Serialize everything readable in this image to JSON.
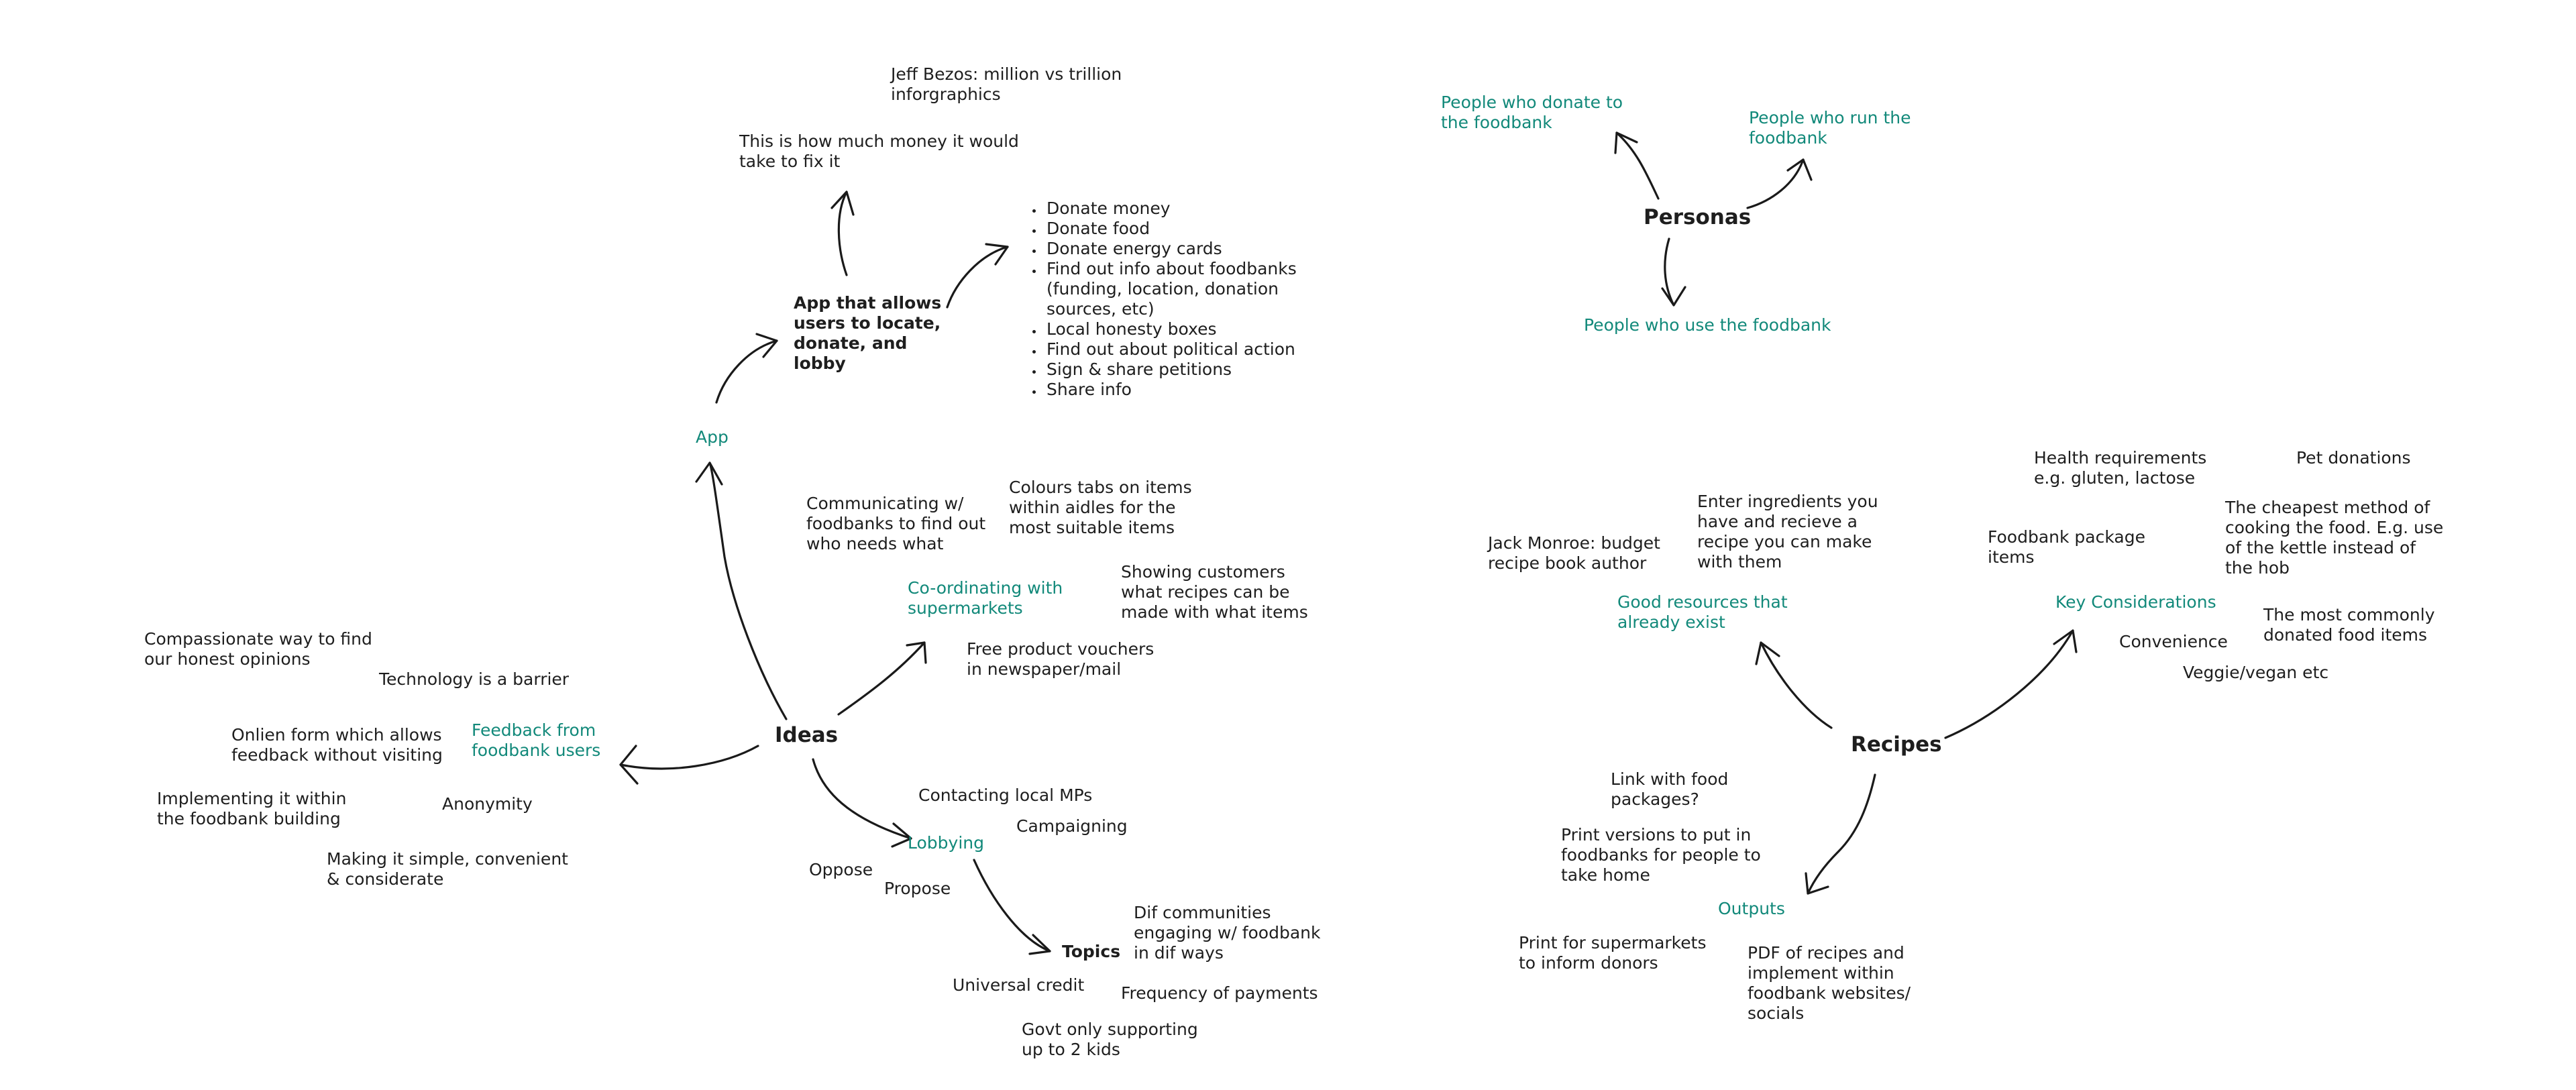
{
  "colors": {
    "accent": "#12897a",
    "text": "#1e1e1e",
    "arrow": "#1a1a1a",
    "background": "#ffffff"
  },
  "ideas": {
    "label": "Ideas",
    "app": {
      "label": "App",
      "main": "App that allows users to locate, donate, and lobby",
      "fix": "This is how much money it would take to fix it",
      "bezos": "Jeff Bezos: million vs trillion inforgraphics",
      "features": [
        "Donate money",
        "Donate food",
        "Donate energy cards",
        "Find out info about foodbanks (funding, location, donation sources, etc)",
        "Local honesty boxes",
        "Find out about political action",
        "Sign & share petitions",
        "Share info"
      ]
    },
    "coordinating": {
      "label": "Co-ordinating with supermarkets",
      "communicating": "Communicating w/ foodbanks to find out who needs what",
      "colours": "Colours tabs on items within aidles for the most suitable items",
      "showing": "Showing customers what recipes can be made with what items",
      "vouchers": "Free product vouchers in newspaper/mail"
    },
    "feedback": {
      "label": "Feedback from foodbank users",
      "compassionate": "Compassionate way to find our honest opinions",
      "technology": "Technology is a barrier",
      "online_form": "Onlien form which allows feedback without visiting",
      "implementing": "Implementing it within the foodbank building",
      "anonymity": "Anonymity",
      "simple": "Making it simple, convenient & considerate"
    },
    "lobbying": {
      "label": "Lobbying",
      "mps": "Contacting local MPs",
      "campaigning": "Campaigning",
      "oppose": "Oppose",
      "propose": "Propose",
      "topics": {
        "label": "Topics",
        "communities": "Dif communities engaging w/ foodbank in dif ways",
        "universal_credit": "Universal credit",
        "frequency": "Frequency of payments",
        "govt": "Govt only supporting up to 2 kids"
      }
    }
  },
  "personas": {
    "label": "Personas",
    "donate": "People who donate to the foodbank",
    "run": "People who run the foodbank",
    "use": "People who use the foodbank"
  },
  "recipes": {
    "label": "Recipes",
    "resources": {
      "label": "Good resources that already exist",
      "jack": "Jack Monroe: budget recipe book author",
      "enter": "Enter ingredients you have and recieve a recipe you can make with them"
    },
    "key": {
      "label": "Key Considerations",
      "health": "Health requirements e.g. gluten, lactose",
      "pet": "Pet donations",
      "package": "Foodbank package items",
      "cheapest": "The cheapest method of cooking the food. E.g. use of the kettle instead of the hob",
      "common": "The most commonly donated food items",
      "convenience": "Convenience",
      "veggie": "Veggie/vegan etc"
    },
    "outputs": {
      "label": "Outputs",
      "link": "Link with food packages?",
      "print_foodbank": "Print versions to put in foodbanks for people to take home",
      "print_supermarket": "Print for supermarkets to inform donors",
      "pdf": "PDF of recipes and implement within foodbank websites/ socials"
    }
  }
}
